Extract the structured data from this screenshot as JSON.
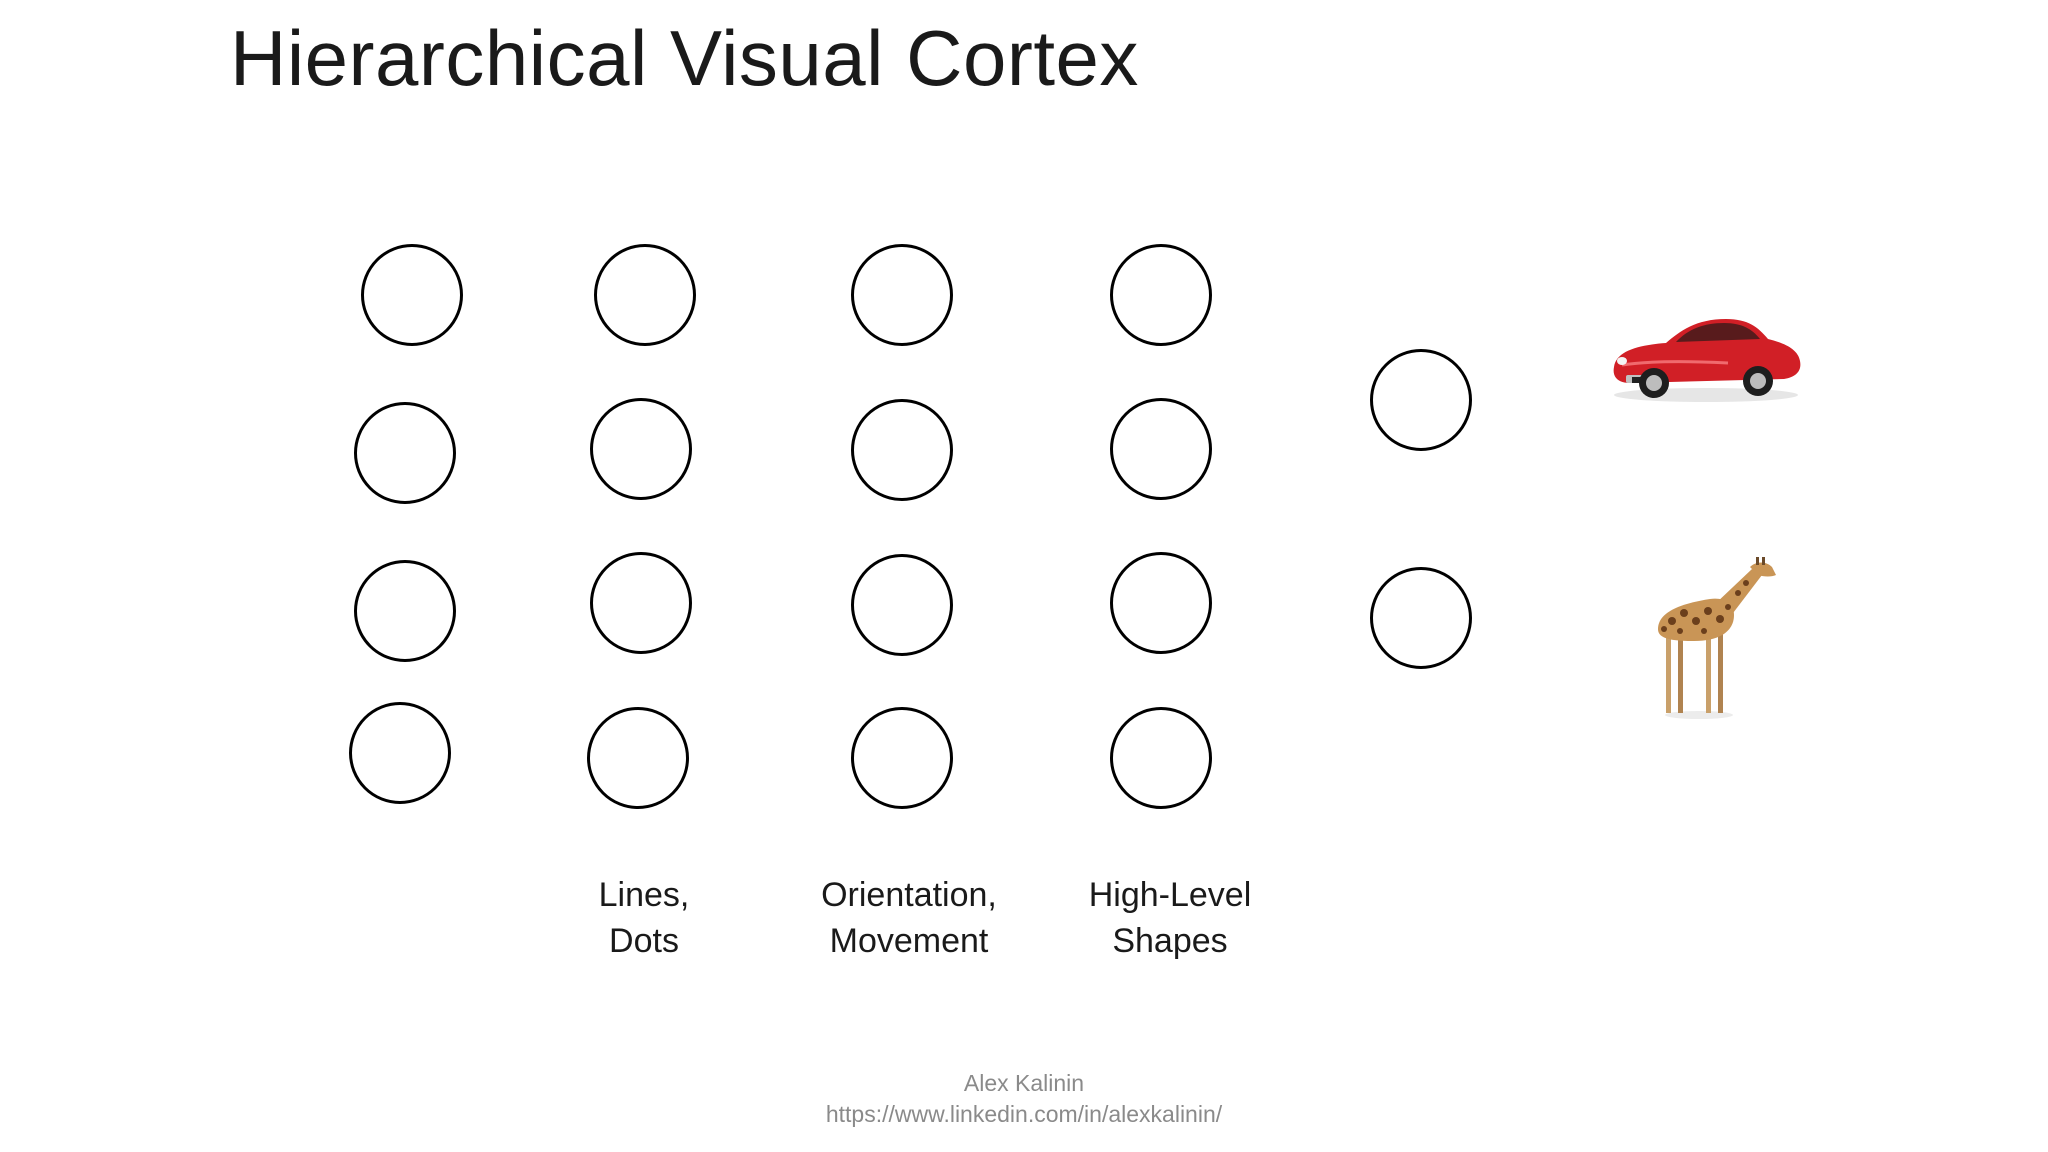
{
  "slide": {
    "title": "Hierarchical Visual Cortex"
  },
  "layers": [
    {
      "label_line1": "",
      "label_line2": ""
    },
    {
      "label_line1": "Lines,",
      "label_line2": "Dots"
    },
    {
      "label_line1": "Orientation,",
      "label_line2": "Movement"
    },
    {
      "label_line1": "High-Level",
      "label_line2": "Shapes"
    }
  ],
  "outputs": [
    {
      "icon": "red-sports-car-icon",
      "color": "#d11f26"
    },
    {
      "icon": "giraffe-icon",
      "color": "#b07a3c"
    }
  ],
  "footer": {
    "author": "Alex Kalinin",
    "url": "https://www.linkedin.com/in/alexkalinin/"
  }
}
